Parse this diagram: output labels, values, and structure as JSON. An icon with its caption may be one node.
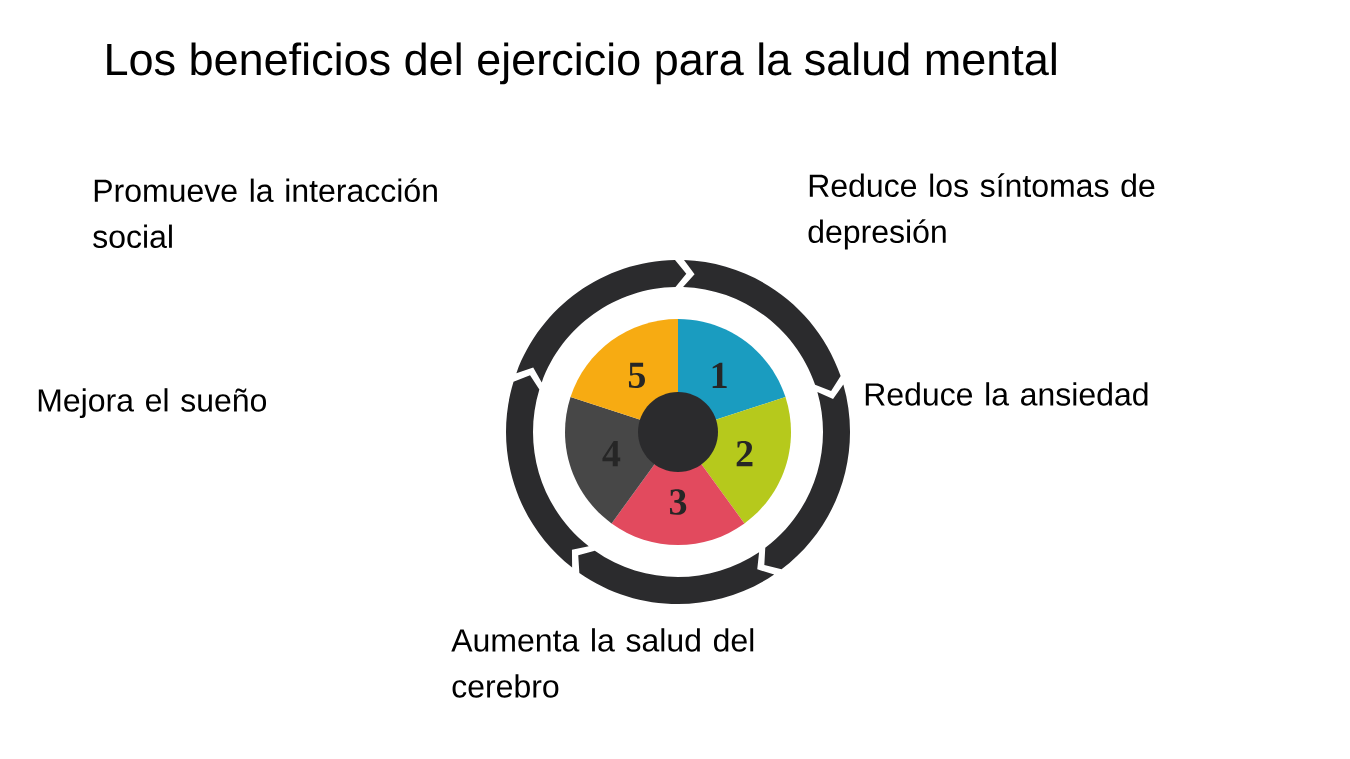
{
  "diagram": {
    "title": "Los beneficios del ejercicio para la salud mental",
    "nodes": [
      {
        "text": [
          "1"
        ]
      },
      {
        "text": [
          "2"
        ]
      },
      {
        "text": [
          "3"
        ]
      },
      {
        "text": [
          "4"
        ]
      },
      {
        "text": [
          "5"
        ]
      },
      {
        "text": [],
        "shape": "circle"
      }
    ],
    "labels": [
      "Promueve la interacción social",
      "Reduce los síntomas de depresión",
      "Mejora el sueño",
      "Reduce la ansiedad",
      "Aumenta la salud del cerebro"
    ]
  }
}
